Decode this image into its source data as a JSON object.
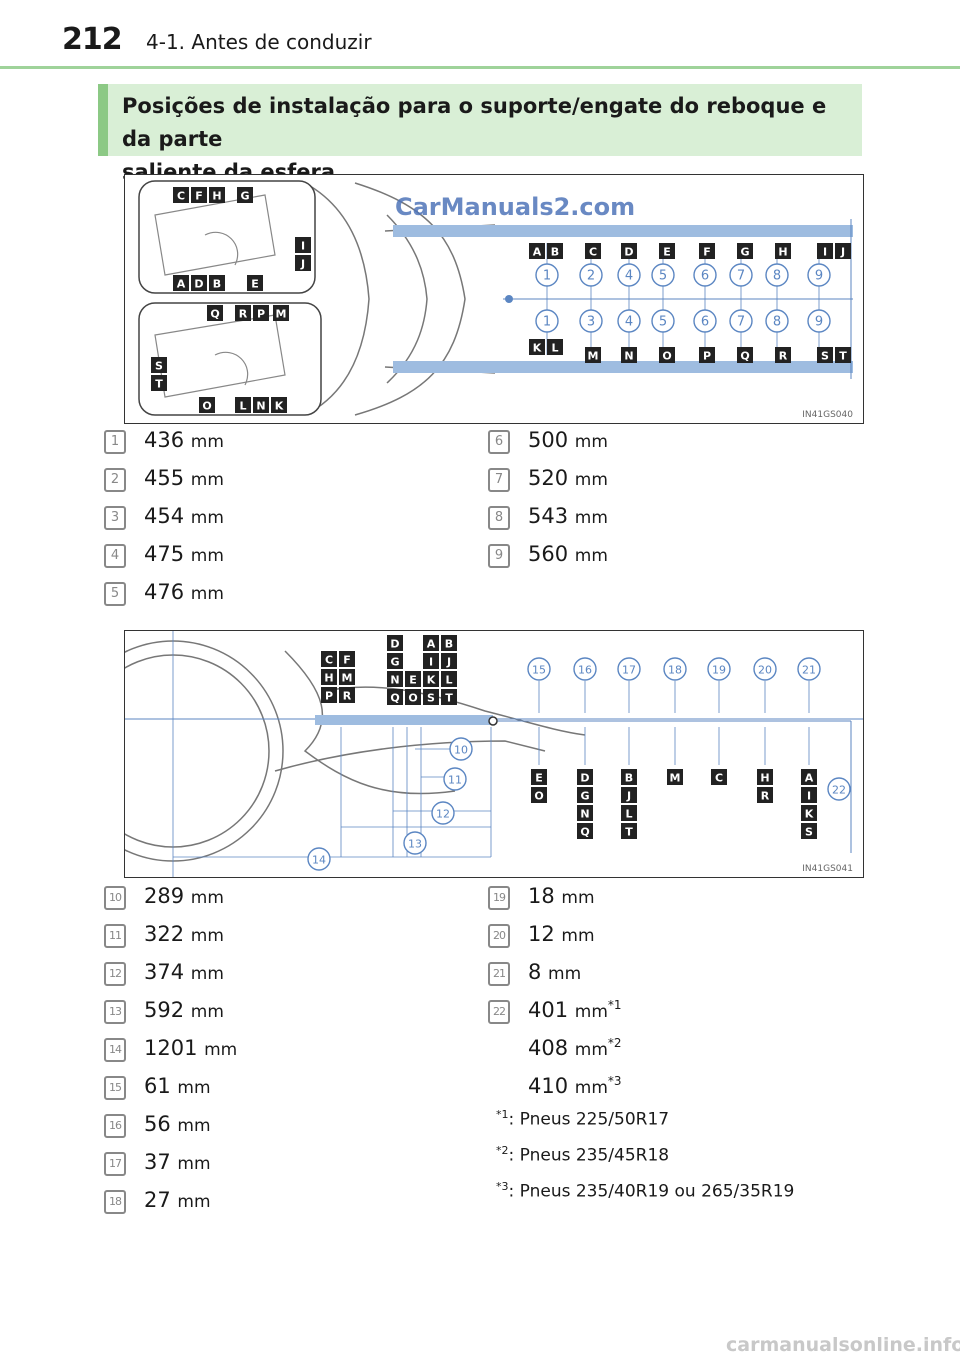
{
  "header": {
    "page_number": "212",
    "chapter": "4-1. Antes de conduzir"
  },
  "section": {
    "title_line1": "Posições de instalação para o suporte/engate do reboque e da parte",
    "title_line2": "saliente da esfera"
  },
  "figure1": {
    "watermark": "CarManuals2.com",
    "code": "IN41GS040",
    "top_letters": [
      "A",
      "B",
      "C",
      "D",
      "E",
      "F",
      "G",
      "H",
      "I",
      "J"
    ],
    "top_numbers": [
      "1",
      "2",
      "4",
      "5",
      "6",
      "7",
      "8",
      "9"
    ],
    "bottom_numbers": [
      "1",
      "3",
      "4",
      "5",
      "6",
      "7",
      "8",
      "9"
    ],
    "bottom_letters": [
      "K",
      "L",
      "M",
      "N",
      "O",
      "P",
      "Q",
      "R",
      "S",
      "T"
    ],
    "inset1_letters": [
      "C",
      "F",
      "H",
      "G",
      "I",
      "J",
      "A",
      "D",
      "B",
      "E"
    ],
    "inset2_letters": [
      "Q",
      "R",
      "P",
      "M",
      "S",
      "T",
      "O",
      "L",
      "N",
      "K"
    ]
  },
  "list1": {
    "left": [
      {
        "n": "1",
        "value": "436",
        "unit": "mm"
      },
      {
        "n": "2",
        "value": "455",
        "unit": "mm"
      },
      {
        "n": "3",
        "value": "454",
        "unit": "mm"
      },
      {
        "n": "4",
        "value": "475",
        "unit": "mm"
      },
      {
        "n": "5",
        "value": "476",
        "unit": "mm"
      }
    ],
    "right": [
      {
        "n": "6",
        "value": "500",
        "unit": "mm"
      },
      {
        "n": "7",
        "value": "520",
        "unit": "mm"
      },
      {
        "n": "8",
        "value": "543",
        "unit": "mm"
      },
      {
        "n": "9",
        "value": "560",
        "unit": "mm"
      }
    ]
  },
  "figure2": {
    "code": "IN41GS041",
    "top_numbers": [
      "15",
      "16",
      "17",
      "18",
      "19",
      "20",
      "21"
    ],
    "dims": [
      "10",
      "11",
      "12",
      "13",
      "14"
    ],
    "side_dim": "22",
    "grid_a": [
      [
        "C",
        "F"
      ],
      [
        "H",
        "M"
      ],
      [
        "P",
        "R"
      ]
    ],
    "grid_b": [
      [
        "D"
      ],
      [
        "G"
      ],
      [
        "N",
        "E",
        "K",
        "L"
      ],
      [
        "Q",
        "O",
        "S",
        "T"
      ]
    ],
    "grid_c": [
      [
        "A",
        "B"
      ],
      [
        "I",
        "J"
      ]
    ],
    "col_15": [
      "E",
      "O"
    ],
    "col_16": [
      "D",
      "G",
      "N",
      "Q"
    ],
    "col_17": [
      "B",
      "J",
      "L",
      "T"
    ],
    "col_18": [
      "M"
    ],
    "col_19": [
      "C"
    ],
    "col_20": [
      "H",
      "R"
    ],
    "col_21": [
      "A",
      "I",
      "K",
      "S"
    ]
  },
  "list2": {
    "left": [
      {
        "n": "10",
        "value": "289",
        "unit": "mm"
      },
      {
        "n": "11",
        "value": "322",
        "unit": "mm"
      },
      {
        "n": "12",
        "value": "374",
        "unit": "mm"
      },
      {
        "n": "13",
        "value": "592",
        "unit": "mm"
      },
      {
        "n": "14",
        "value": "1201",
        "unit": "mm"
      },
      {
        "n": "15",
        "value": "61",
        "unit": "mm"
      },
      {
        "n": "16",
        "value": "56",
        "unit": "mm"
      },
      {
        "n": "17",
        "value": "37",
        "unit": "mm"
      },
      {
        "n": "18",
        "value": "27",
        "unit": "mm"
      }
    ],
    "right": [
      {
        "n": "19",
        "value": "18",
        "unit": "mm"
      },
      {
        "n": "20",
        "value": "12",
        "unit": "mm"
      },
      {
        "n": "21",
        "value": "8",
        "unit": "mm"
      },
      {
        "n": "22",
        "value": "401",
        "unit": "mm",
        "sup": "*1"
      }
    ],
    "extra": [
      {
        "value": "408",
        "unit": "mm",
        "sup": "*2"
      },
      {
        "value": "410",
        "unit": "mm",
        "sup": "*3"
      }
    ]
  },
  "footnotes": [
    {
      "mark": "*1",
      "text": ": Pneus 225/50R17"
    },
    {
      "mark": "*2",
      "text": ": Pneus 235/45R18"
    },
    {
      "mark": "*3",
      "text": ": Pneus 235/40R19 ou 265/35R19"
    }
  ],
  "footer": {
    "watermark": "carmanualsonline.info"
  }
}
